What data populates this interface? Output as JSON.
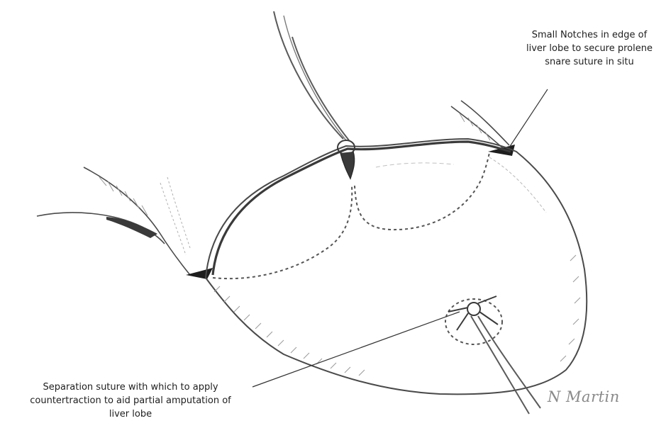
{
  "annotations": {
    "notch_label": [
      "Small Notches in edge of",
      "liver lobe to secure prolene",
      "snare suture in situ"
    ],
    "suture_label": [
      "Separation suture with which to apply",
      "countertraction to aid partial amputation of",
      "liver lobe"
    ]
  },
  "signature": "N Martin",
  "colors": {
    "outline": "#4a4a4a",
    "sketch_shading": "#9a9a9a",
    "dashed_line": "#555555",
    "leader_line": "#333333",
    "signature": "#8a8a8a"
  }
}
